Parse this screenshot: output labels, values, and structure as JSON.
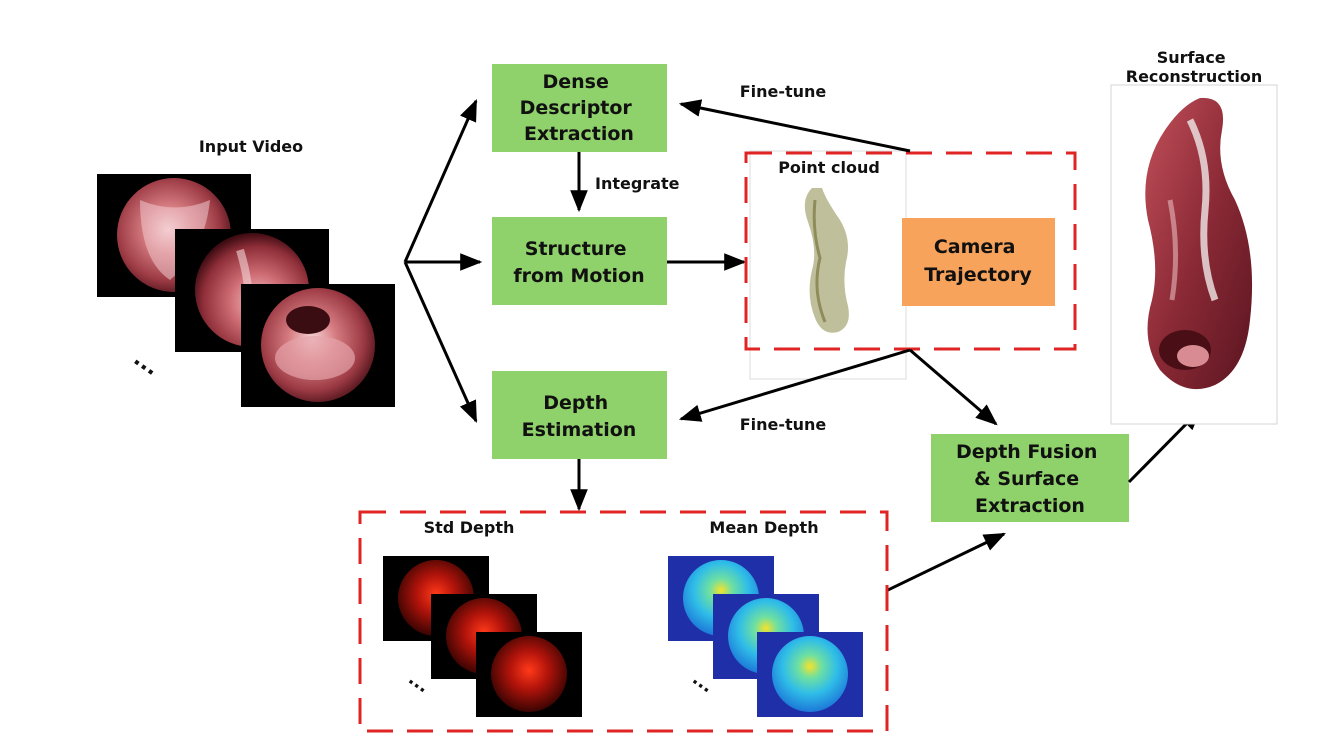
{
  "labels": {
    "input_video": "Input Video",
    "ellipsis": "...",
    "fine_tune_top": "Fine-tune",
    "fine_tune_bottom": "Fine-tune",
    "integrate": "Integrate",
    "point_cloud": "Point cloud",
    "surface_reconstruction": [
      "Surface",
      "Reconstruction"
    ],
    "std_depth": "Std Depth",
    "mean_depth": "Mean Depth"
  },
  "boxes": {
    "dense_descriptor": [
      "Dense",
      "Descriptor",
      "Extraction"
    ],
    "sfm": [
      "Structure",
      "from Motion"
    ],
    "depth_estimation": [
      "Depth",
      "Estimation"
    ],
    "camera_trajectory": [
      "Camera",
      "Trajectory"
    ],
    "depth_fusion": [
      "Depth Fusion",
      "& Surface",
      "Extraction"
    ]
  },
  "colors": {
    "process_box": "#8fd16a",
    "camera_box": "#f7a35c",
    "dashed_border": "#e02424",
    "arrow": "#000000"
  }
}
